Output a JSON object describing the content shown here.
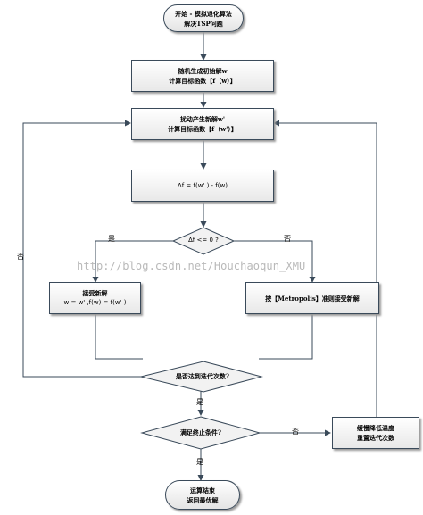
{
  "start": {
    "line1": "开始 - 模拟退化算法",
    "line2": "解决TSP问题"
  },
  "init": {
    "line1": "随机生成初始解w",
    "line2": "计算目标函数【f（w）】"
  },
  "perturb": {
    "line1": "扰动产生新解w'",
    "line2": "计算目标函数【f（w'）】"
  },
  "delta": {
    "text": "∆f = f(w' ) - f(w)"
  },
  "decision_delta": {
    "text": "∆f <= 0 ?"
  },
  "accept": {
    "line1": "接受新解",
    "line2": "w = w' ,f(w) = f(w' )"
  },
  "metropolis": {
    "text": "按【Metropolis】准则接受新解"
  },
  "decision_iter": {
    "text": "是否达到迭代次数?"
  },
  "decision_stop": {
    "text": "满足终止条件?"
  },
  "cool": {
    "line1": "缓慢降低温度",
    "line2": "重置迭代次数"
  },
  "end": {
    "line1": "运算结束",
    "line2": "返回最优解"
  },
  "edges": {
    "yes1": "是",
    "no1": "否",
    "no_loop": "否",
    "yes2": "是",
    "no2": "否",
    "yes3": "是"
  },
  "watermark": "http://blog.csdn.net/Houchaoqun_XMU"
}
